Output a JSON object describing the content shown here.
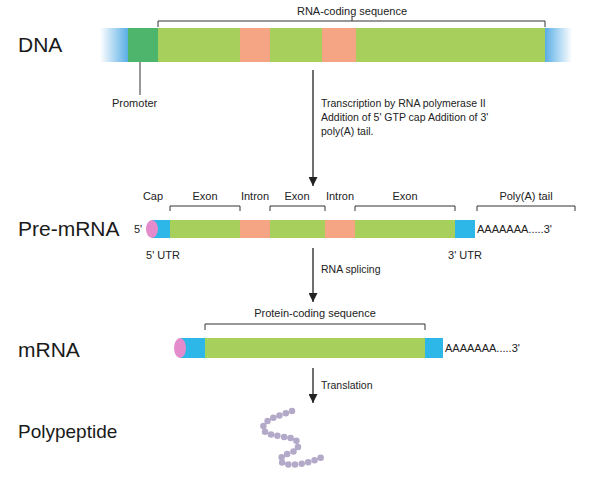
{
  "diagram": {
    "nodes": [
      {
        "text": [
          "DNA"
        ]
      },
      {
        "text": [
          "Pre-mRNA"
        ]
      },
      {
        "text": [
          "mRNA"
        ]
      },
      {
        "text": [
          "Polypeptide"
        ]
      }
    ],
    "edges": [
      {
        "from": 0,
        "to": 1,
        "arrow": "to",
        "label": "Transcription by RNA polymerase II Addition of 5' GTP cap Addition of 3' poly(A) tail."
      },
      {
        "from": 1,
        "to": 2,
        "arrow": "to",
        "label": "RNA splicing"
      },
      {
        "from": 2,
        "to": 3,
        "arrow": "to",
        "label": "Translation"
      }
    ],
    "labels": [
      "RNA-coding sequence",
      "Promoter",
      "Cap",
      "Exon",
      "Intron",
      "Exon",
      "Intron",
      "Exon",
      "Poly(A) tail",
      "5'",
      "AAAAAAA.....3'",
      "5' UTR",
      "3' UTR",
      "Protein-coding sequence",
      "AAAAAAA.....3'"
    ]
  }
}
